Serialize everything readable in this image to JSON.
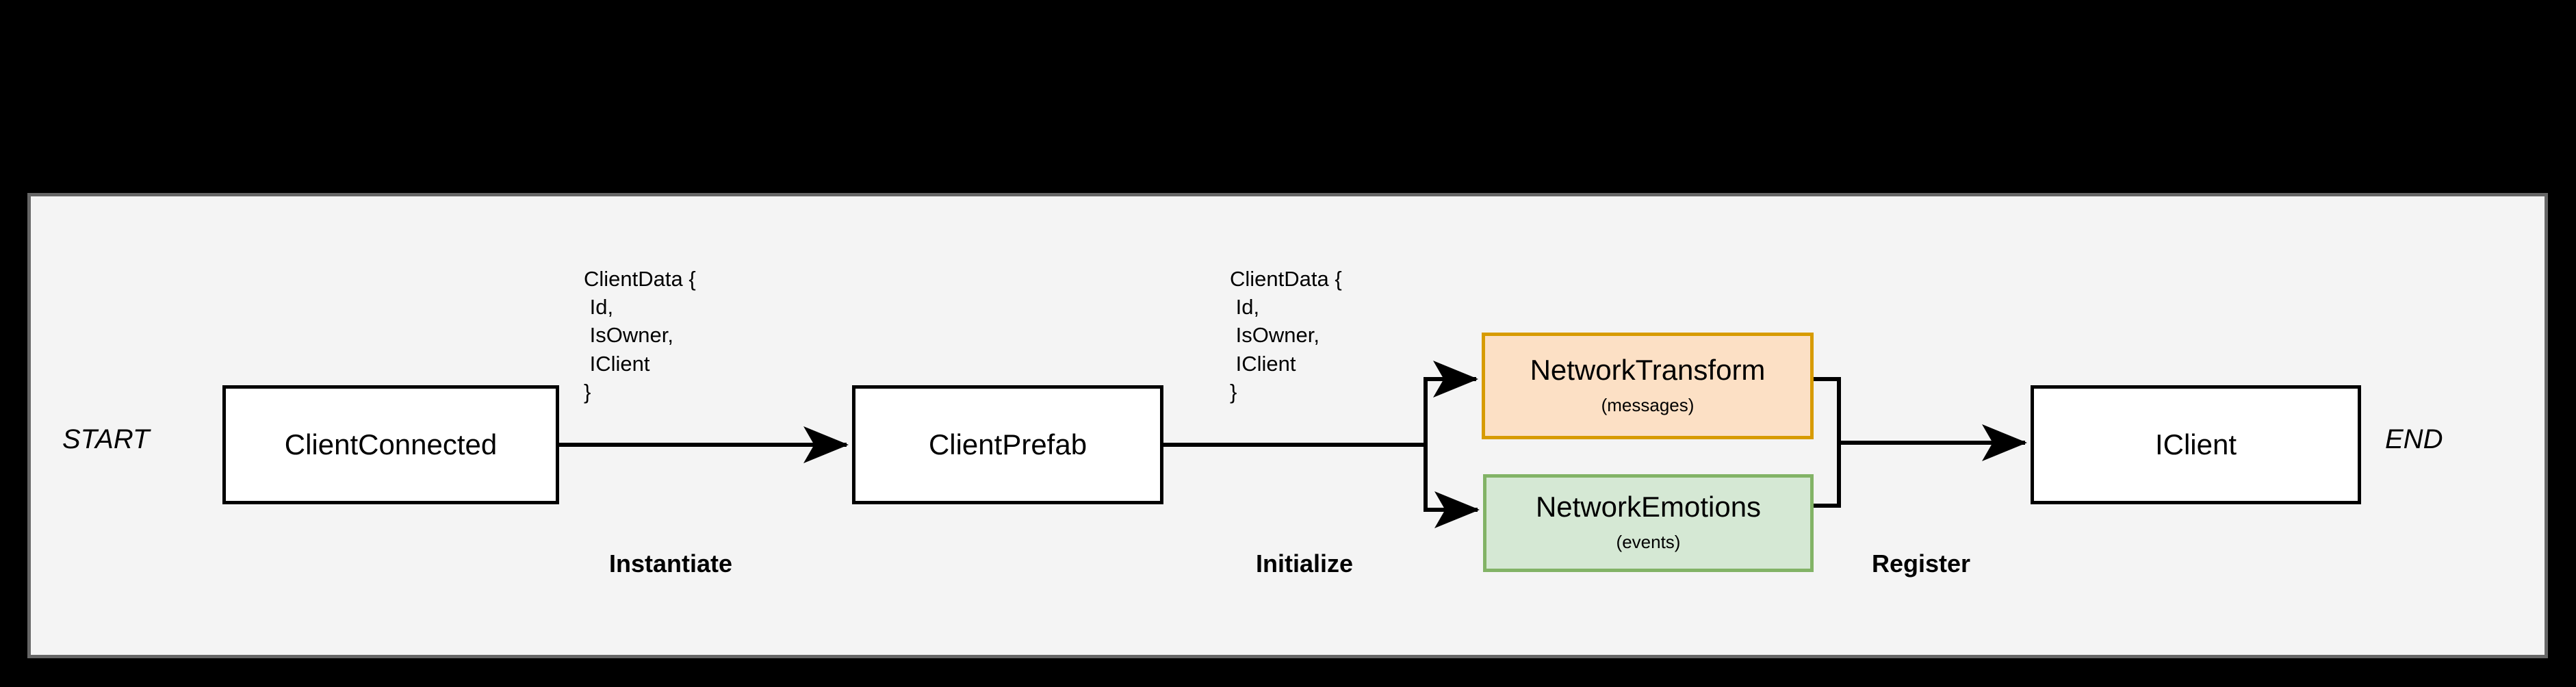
{
  "diagram": {
    "title_absent": true,
    "terminals": {
      "start_label": "START",
      "end_label": "END"
    },
    "nodes": [
      {
        "id": "client-connected",
        "title": "ClientConnected",
        "subtitle": "",
        "fill": "#ffffff",
        "stroke": "#000000"
      },
      {
        "id": "client-prefab",
        "title": "ClientPrefab",
        "subtitle": "",
        "fill": "#ffffff",
        "stroke": "#000000"
      },
      {
        "id": "network-transform",
        "title": "NetworkTransform",
        "subtitle": "(messages)",
        "fill": "#fce0c5",
        "stroke": "#d79b00"
      },
      {
        "id": "network-emotions",
        "title": "NetworkEmotions",
        "subtitle": "(events)",
        "fill": "#d5e8d4",
        "stroke": "#82b366"
      },
      {
        "id": "iclient",
        "title": "IClient",
        "subtitle": "",
        "fill": "#ffffff",
        "stroke": "#000000"
      }
    ],
    "edges": [
      {
        "id": "instantiate",
        "caption": "Instantiate",
        "payload": "ClientData {\n Id,\n IsOwner,\n IClient\n}",
        "from": "client-connected",
        "to": "client-prefab"
      },
      {
        "id": "initialize",
        "caption": "Initialize",
        "payload": "ClientData {\n Id,\n IsOwner,\n IClient\n}",
        "from": "client-prefab",
        "to": "network-transform / network-emotions"
      },
      {
        "id": "register",
        "caption": "Register",
        "payload": "",
        "from": "network-transform / network-emotions",
        "to": "iclient"
      }
    ],
    "colors": {
      "canvas_background": "#000000",
      "frame_background": "#f4f4f4",
      "frame_border": "#666666",
      "line": "#000000",
      "text": "#000000"
    }
  }
}
